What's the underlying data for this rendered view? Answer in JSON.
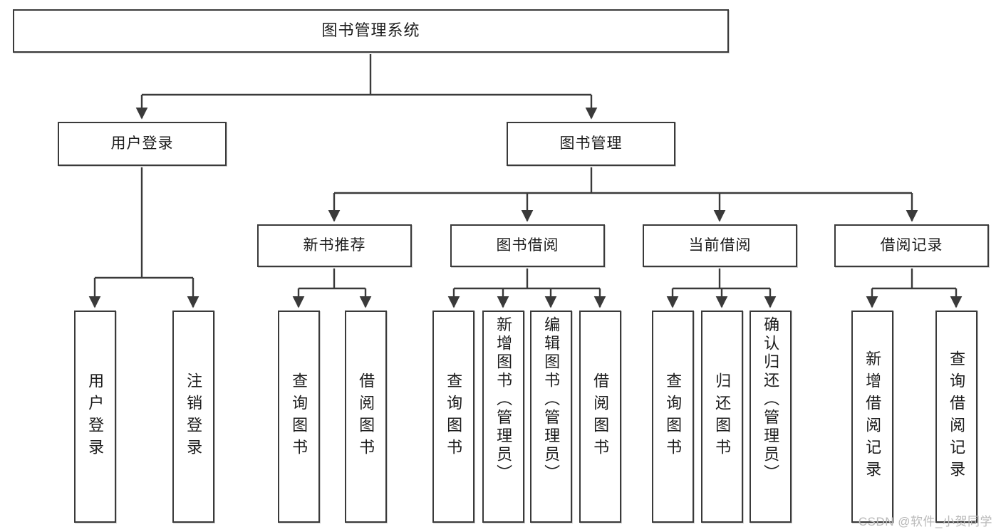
{
  "diagram": {
    "title": "图书管理系统",
    "watermark": "CSDN @软件_小贺同学",
    "colors": {
      "box_border": "#3a3a3a",
      "box_fill": "#ffffff",
      "connector": "#3a3a3a",
      "text": "#1c1c1c",
      "watermark": "#b9b9b9",
      "background": "#ffffff"
    },
    "root": {
      "label": "图书管理系统"
    },
    "level1": [
      {
        "label": "用户登录"
      },
      {
        "label": "图书管理"
      }
    ],
    "level2": [
      {
        "label": "新书推荐"
      },
      {
        "label": "图书借阅"
      },
      {
        "label": "当前借阅"
      },
      {
        "label": "借阅记录"
      }
    ],
    "leaves": {
      "user_login": [
        {
          "label": "用户登录"
        },
        {
          "label": "注销登录"
        }
      ],
      "new_book_recommend": [
        {
          "label": "查询图书"
        },
        {
          "label": "借阅图书"
        }
      ],
      "book_borrow": [
        {
          "label": "查询图书"
        },
        {
          "label": "新增图书（管理员）"
        },
        {
          "label": "编辑图书（管理员）"
        },
        {
          "label": "借阅图书"
        }
      ],
      "current_borrow": [
        {
          "label": "查询图书"
        },
        {
          "label": "归还图书"
        },
        {
          "label": "确认归还（管理员）"
        }
      ],
      "borrow_records": [
        {
          "label": "新增借阅记录"
        },
        {
          "label": "查询借阅记录"
        }
      ]
    }
  }
}
